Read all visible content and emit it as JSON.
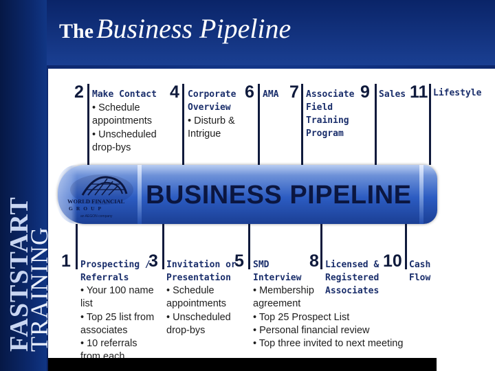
{
  "title": {
    "small": "The",
    "big": "Business Pipeline"
  },
  "vertical_text": {
    "line1": "FASTSTART",
    "line2": "TRAINING"
  },
  "banner": {
    "label": "BUSINESS PIPELINE",
    "logo_line1": "WORLD FINANCIAL",
    "logo_line2": "GROUP",
    "logo_line3": "an AEGON company"
  },
  "steps_top": [
    {
      "num": "2",
      "head": [
        "Make Contact"
      ],
      "body": [
        "• Schedule",
        "   appointments",
        "• Unscheduled",
        "   drop-bys"
      ]
    },
    {
      "num": "4",
      "head": [
        "Corporate",
        "Overview"
      ],
      "body": [
        "• Disturb &",
        "   Intrigue"
      ]
    },
    {
      "num": "6",
      "head": [
        "AMA"
      ],
      "body": []
    },
    {
      "num": "7",
      "head": [
        "Associate",
        "Field",
        "Training",
        "Program"
      ],
      "body": []
    },
    {
      "num": "9",
      "head": [
        "Sales"
      ],
      "body": []
    },
    {
      "num": "11",
      "head": [
        "Lifestyle"
      ],
      "body": []
    }
  ],
  "steps_bottom": [
    {
      "num": "1",
      "head": [
        "Prospecting /",
        "Referrals"
      ],
      "body": [
        "• Your 100 name",
        "   list",
        "• Top 25 list from",
        "   associates",
        "• 10 referrals",
        "   from each"
      ]
    },
    {
      "num": "3",
      "head": [
        "Invitation or",
        "Presentation"
      ],
      "body": [
        "• Schedule",
        "   appointments",
        "• Unscheduled",
        "   drop-bys"
      ]
    },
    {
      "num": "5",
      "head": [
        "SMD",
        "Interview"
      ],
      "body": [
        "• Membership",
        "   agreement",
        "• Top 25 Prospect List",
        "• Personal financial review",
        "• Top three invited to next meeting"
      ]
    },
    {
      "num": "8",
      "head": [
        "Licensed &",
        "Registered",
        "Associates"
      ],
      "body": []
    },
    {
      "num": "10",
      "head": [
        "Cash",
        "Flow"
      ],
      "body": []
    }
  ]
}
